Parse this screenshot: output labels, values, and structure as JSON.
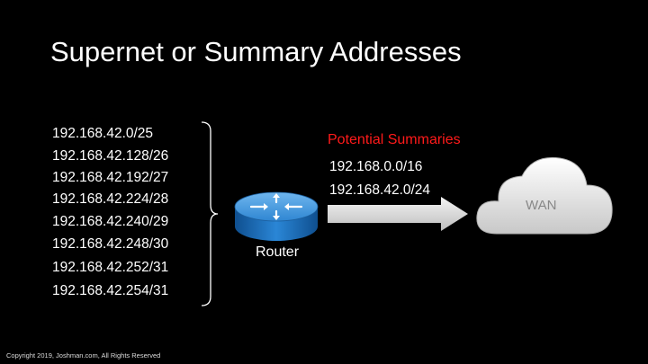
{
  "slide": {
    "title": "Supernet or Summary Addresses",
    "subnets": [
      "192.168.42.0/25",
      "192.168.42.128/26",
      "192.168.42.192/27",
      "192.168.42.224/28",
      "192.168.42.240/29",
      "192.168.42.248/30",
      "192.168.42.252/31",
      "192.168.42.254/31"
    ],
    "router_label": "Router",
    "summaries_heading": "Potential Summaries",
    "summaries": [
      "192.168.0.0/16",
      "192.168.42.0/24"
    ],
    "cloud_label": "WAN",
    "copyright": "Copyright 2019, Joshman.com, All Rights Reserved"
  },
  "colors": {
    "background": "#000000",
    "text": "#ffffff",
    "heading_accent": "#ff1a1a",
    "router_blue": "#1f78c8",
    "arrow_fill": "#e6e6e6",
    "cloud_fill": "#f2f2f2"
  },
  "icons": {
    "router": "router-icon",
    "cloud": "cloud-icon",
    "arrow": "arrow-right-icon",
    "bracket": "right-brace-icon"
  }
}
